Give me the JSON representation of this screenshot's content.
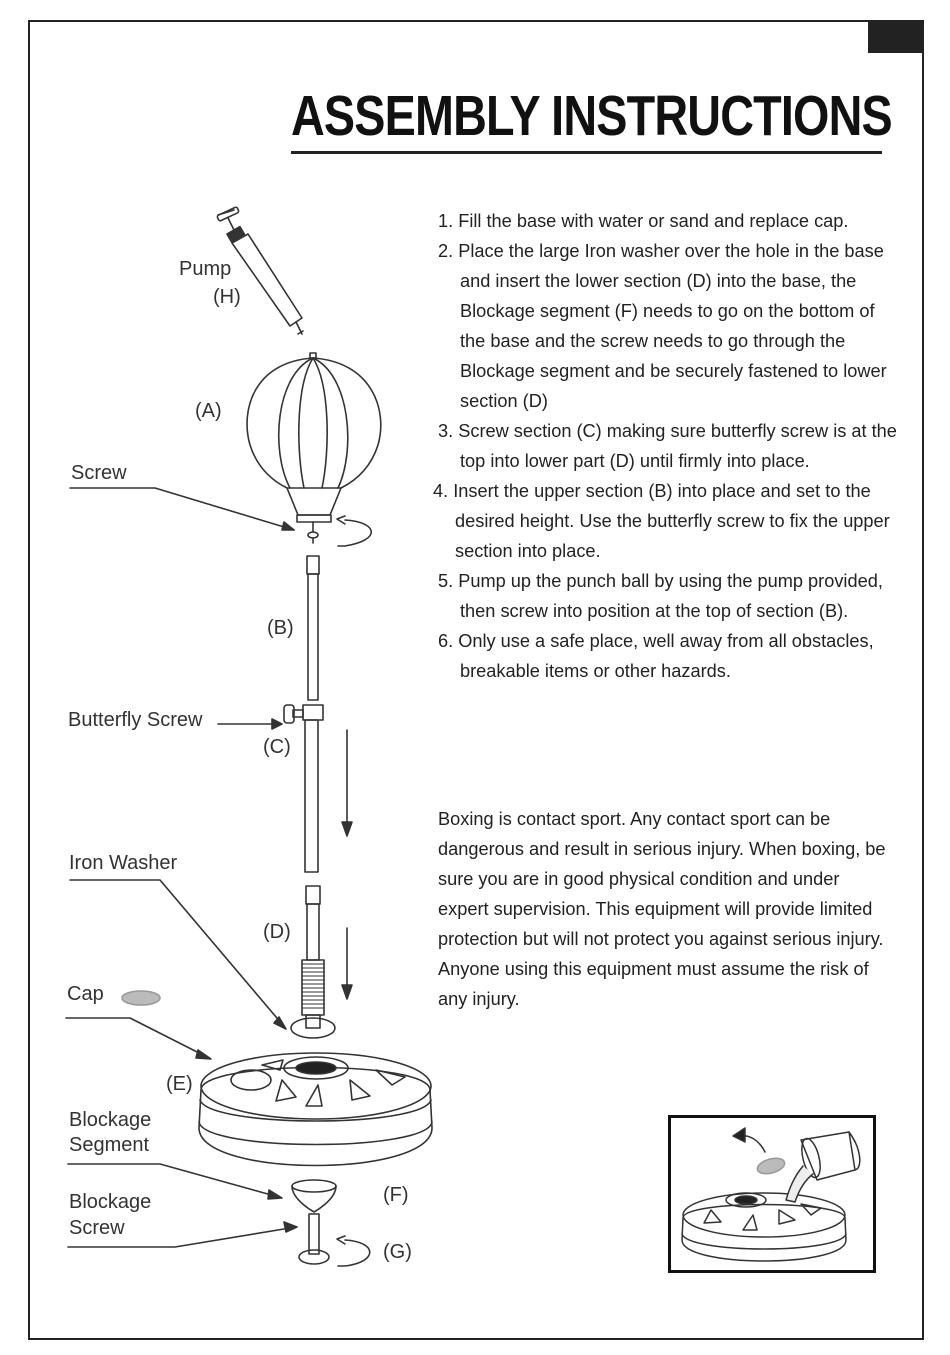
{
  "title": "ASSEMBLY INSTRUCTIONS",
  "steps": [
    "1. Fill the base with water or sand and  replace cap.",
    "2. Place the large Iron washer over the hole in the base and insert the lower section (D) into the base, the Blockage segment (F) needs to go on the bottom of the base and the screw needs to go through the Blockage segment and be securely fastened to lower section (D)",
    "3. Screw section (C) making sure butterfly screw is at the top into lower part (D) until firmly into place.",
    "4. Insert the upper section (B) into place and set to the desired height.  Use the butterfly screw to fix the upper section into place.",
    "5. Pump up the punch ball by using the pump provided, then screw into position at the top of section (B).",
    "6. Only use a safe place, well away from all obstacles, breakable items or other hazards."
  ],
  "warning": "Boxing is contact sport. Any contact sport can be dangerous and result in serious injury. When boxing, be sure you are in good physical condition and under expert supervision. This equipment will provide limited protection but will not protect you against serious injury. Anyone using this equipment must assume the risk of any injury.",
  "labels": {
    "pump": "Pump",
    "pump_code": "(H)",
    "ball_code": "(A)",
    "screw": "Screw",
    "upper_code": "(B)",
    "butterfly_screw": "Butterfly Screw",
    "middle_code": "(C)",
    "iron_washer": "Iron Washer",
    "lower_code": "(D)",
    "cap": "Cap",
    "base_code": "(E)",
    "blockage_segment_line1": "Blockage",
    "blockage_segment_line2": "Segment",
    "segment_code": "(F)",
    "blockage_screw_line1": "Blockage",
    "blockage_screw_line2": "Screw",
    "screw_code": "(G)"
  }
}
